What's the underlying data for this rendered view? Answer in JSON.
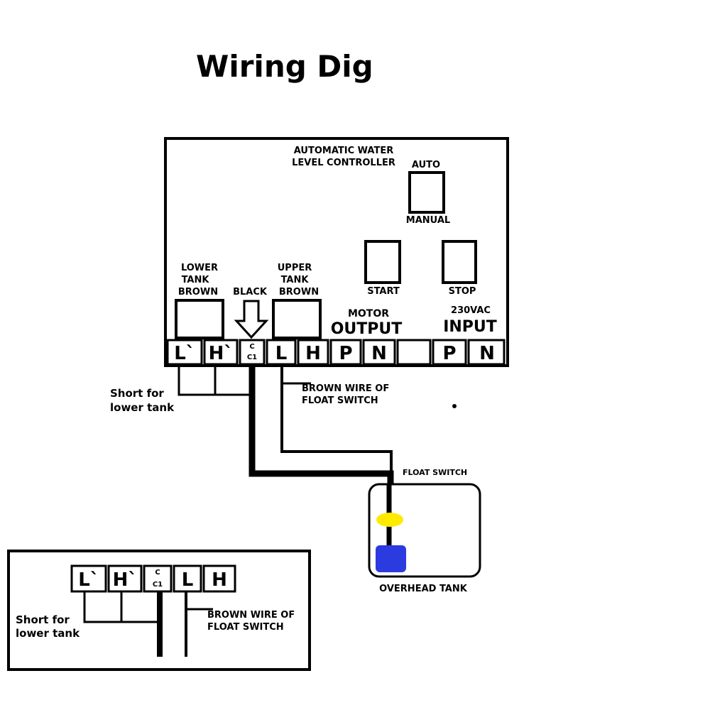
{
  "title": "Wiring Dig",
  "controller": {
    "heading_line1": "AUTOMATIC WATER",
    "heading_line2": "LEVEL CONTROLLER",
    "auto_label": "AUTO",
    "manual_label": "MANUAL",
    "start_label": "START",
    "stop_label": "STOP",
    "lower_tank_line1": "LOWER",
    "lower_tank_line2": "TANK",
    "lower_tank_line3": "BROWN",
    "black_label": "BLACK",
    "upper_tank_line1": "UPPER",
    "upper_tank_line2": "TANK",
    "upper_tank_line3": "BROWN",
    "motor_label": "MOTOR",
    "output_label": "OUTPUT",
    "vac_label": "230VAC",
    "input_label": "INPUT"
  },
  "terminals": {
    "l_prime": "L`",
    "h_prime": "H`",
    "c_top": "C",
    "c_bottom": "C1",
    "l": "L",
    "h": "H",
    "out_p": "P",
    "out_n": "N",
    "in_p": "P",
    "in_n": "N"
  },
  "annotations": {
    "short_line1": "Short for",
    "short_line2": "lower tank",
    "brown_line1": "BROWN WIRE OF",
    "brown_line2": "FLOAT SWITCH",
    "float_switch": "FLOAT SWITCH",
    "overhead_tank": "OVERHEAD TANK"
  },
  "inset": {
    "terminals": {
      "l_prime": "L`",
      "h_prime": "H`",
      "c_top": "C",
      "c_bottom": "C1",
      "l": "L",
      "h": "H"
    },
    "short_line1": "Short for",
    "short_line2": "lower tank",
    "brown_line1": "BROWN WIRE OF",
    "brown_line2": "FLOAT SWITCH"
  },
  "colors": {
    "float_ball": "#ffea00",
    "float_weight": "#2b3be0"
  }
}
